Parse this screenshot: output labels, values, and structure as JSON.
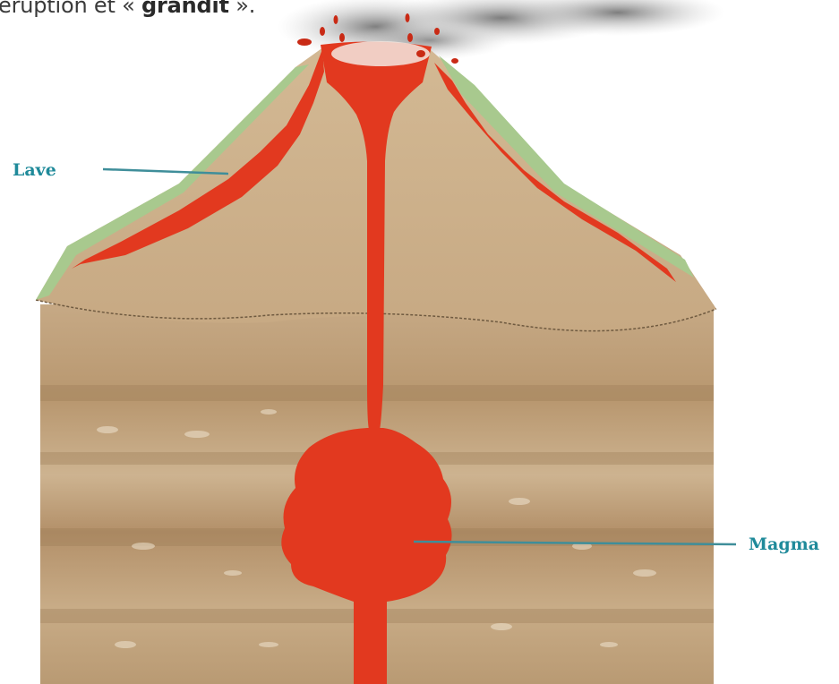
{
  "caption": {
    "prefix": "éruption et « ",
    "bold": "grandit",
    "suffix": " »."
  },
  "labels": {
    "lave": "Lave",
    "magma": "Magma"
  },
  "colors": {
    "lava": "#e2391f",
    "lava_dark": "#c92a15",
    "rock_cone": "#cdb08a",
    "rock_layers": "#c2a57f",
    "rock_layer_dark": "#a98a64",
    "vegetation": "#a8c98e",
    "smoke": "#8a8a8a",
    "label_color": "#1f8a9a"
  },
  "icons": {
    "volcano": "volcano-cross-section-icon",
    "smoke": "smoke-cloud-icon"
  }
}
